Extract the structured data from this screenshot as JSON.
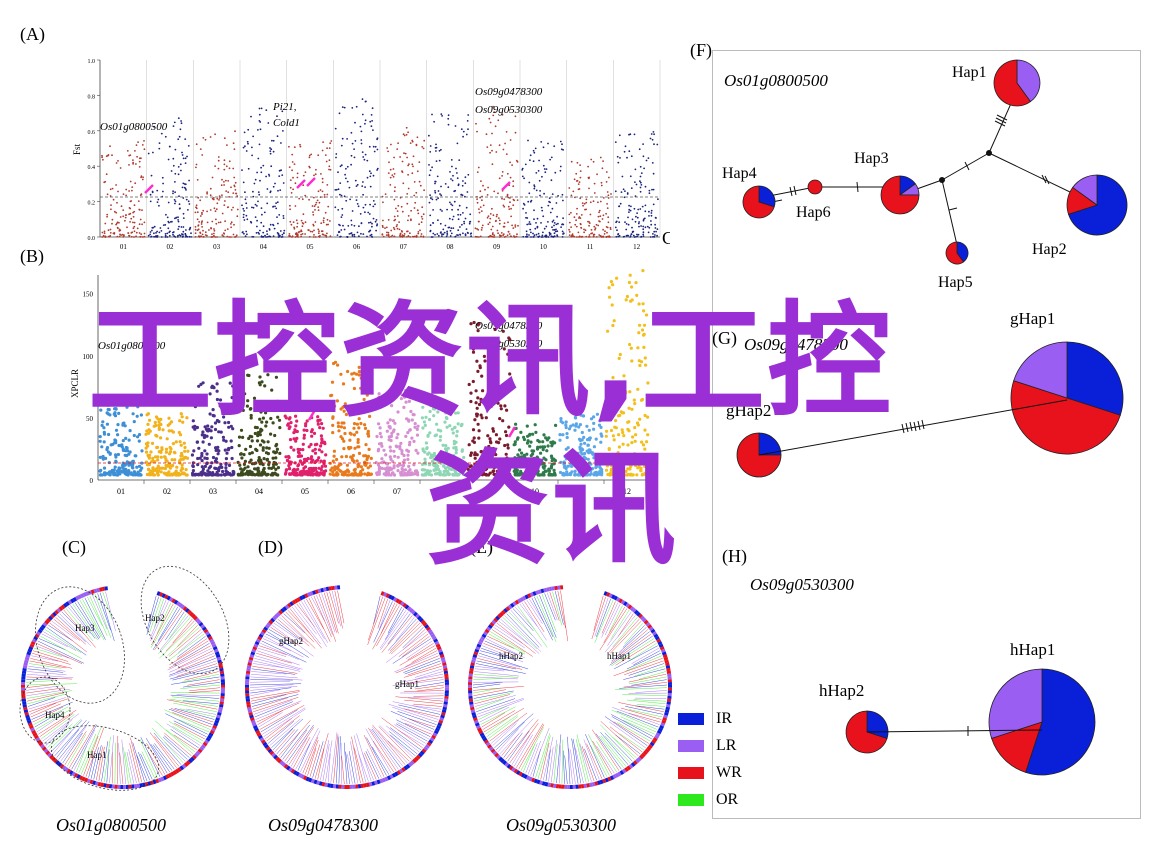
{
  "panels": {
    "a": "(A)",
    "b": "(B)",
    "c": "(C)",
    "d": "(D)",
    "e": "(E)",
    "f": "(F)",
    "g": "(G)",
    "h": "(H)"
  },
  "manhattan_a": {
    "ylabel": "Fst",
    "yticks": [
      "0.0",
      "0.2",
      "0.4",
      "0.6",
      "0.8",
      "1.0"
    ],
    "chr_label": "Chr",
    "chromosomes": [
      "01",
      "02",
      "03",
      "04",
      "05",
      "06",
      "07",
      "08",
      "09",
      "10",
      "11",
      "12"
    ],
    "annotations": [
      "Os01g0800500",
      "Pi21,",
      "Cold1",
      "Os09g0478300",
      "Os09g0530300"
    ]
  },
  "manhattan_b": {
    "ylabel": "XPCLR",
    "yticks": [
      "0",
      "50",
      "100",
      "150"
    ],
    "chromosomes": [
      "01",
      "02",
      "03",
      "04",
      "05",
      "06",
      "07",
      "08",
      "09",
      "10",
      "11",
      "12"
    ],
    "annotations": [
      "Pi2",
      "Os01g0800500",
      "Os09g0478300",
      "Os09g0530300"
    ]
  },
  "trees": {
    "c": {
      "gene": "Os01g0800500",
      "labels": [
        "Hap3",
        "Hap2",
        "Hap4",
        "Hap1"
      ]
    },
    "d": {
      "gene": "Os09g0478300",
      "labels": [
        "gHap2",
        "gHap1"
      ]
    },
    "e": {
      "gene": "Os09g0530300",
      "labels": [
        "hHap2",
        "hHap1"
      ]
    }
  },
  "legend": [
    {
      "label": "IR",
      "color": "#0a1fd8"
    },
    {
      "label": "LR",
      "color": "#9a5ef2"
    },
    {
      "label": "WR",
      "color": "#e8121c"
    },
    {
      "label": "OR",
      "color": "#2ce81c"
    }
  ],
  "network_f": {
    "gene": "Os01g0800500",
    "haps": [
      "Hap1",
      "Hap2",
      "Hap3",
      "Hap4",
      "Hap5",
      "Hap6"
    ]
  },
  "network_g": {
    "gene": "Os09g0478300",
    "haps": [
      "gHap1",
      "gHap2"
    ]
  },
  "network_h": {
    "gene": "Os09g0530300",
    "haps": [
      "hHap1",
      "hHap2"
    ]
  },
  "watermark": {
    "line1": "工控资讯,工控",
    "line2": "资讯"
  }
}
